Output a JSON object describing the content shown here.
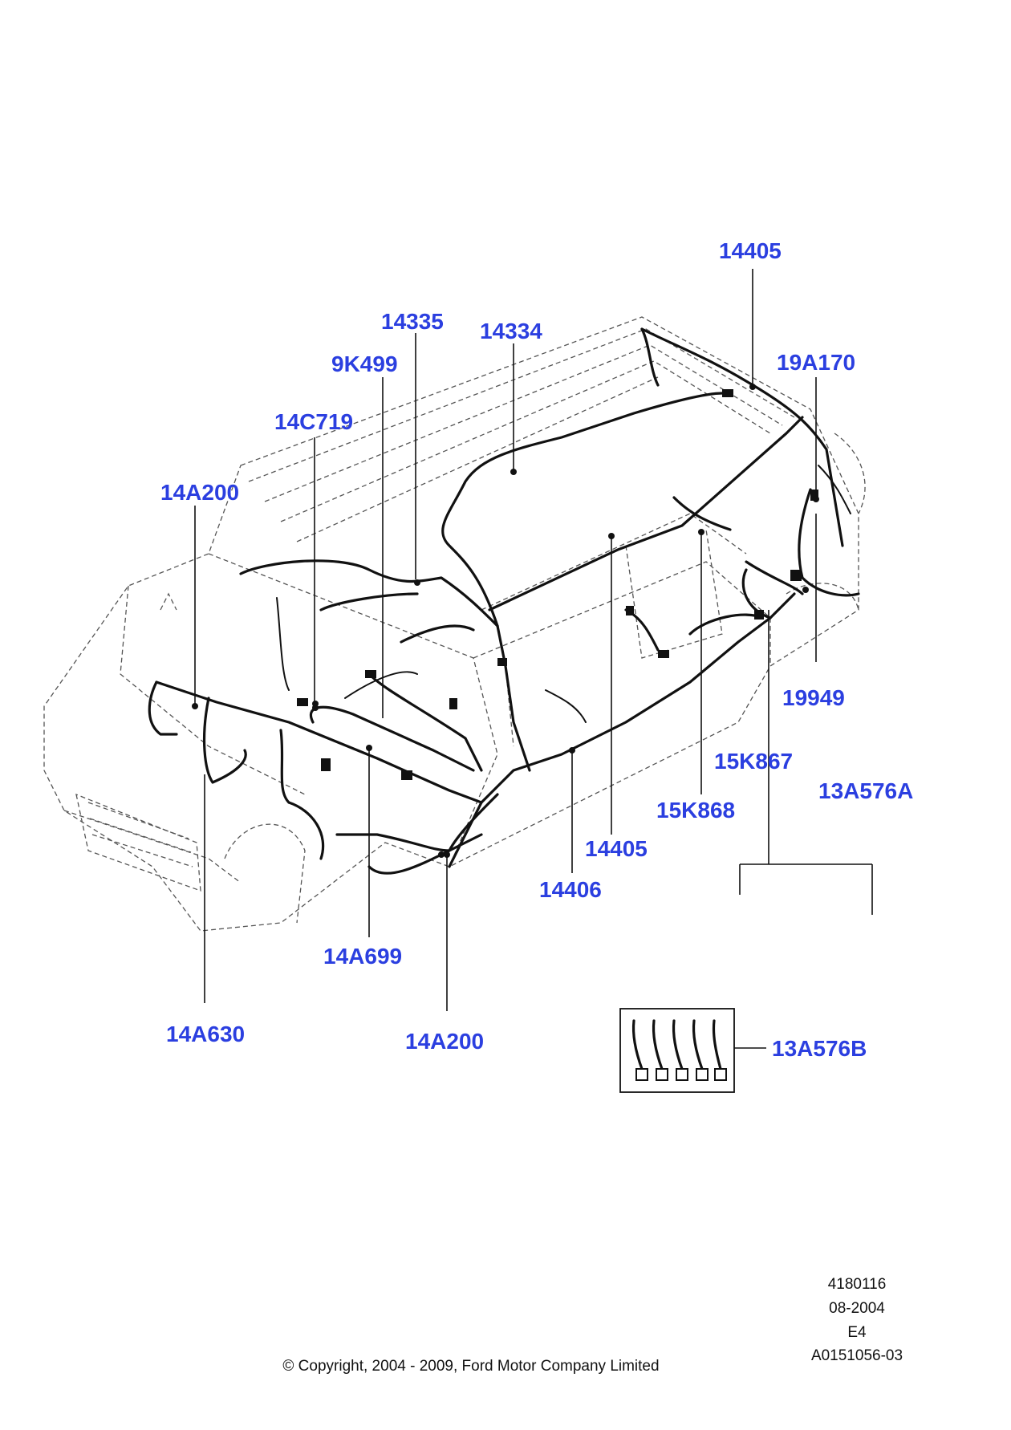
{
  "callouts": {
    "c14405_top": "14405",
    "c14335": "14335",
    "c14334": "14334",
    "c9K499": "9K499",
    "c19A170": "19A170",
    "c14C719": "14C719",
    "c14A200_left": "14A200",
    "c19949": "19949",
    "c15K867": "15K867",
    "c13A576A": "13A576A",
    "c15K868": "15K868",
    "c14405_mid": "14405",
    "c14406": "14406",
    "c14A699": "14A699",
    "c14A630": "14A630",
    "c14A200_bottom": "14A200",
    "c13A576B": "13A576B"
  },
  "footer": {
    "doc_number": "4180116",
    "date": "08-2004",
    "edition": "E4",
    "reference": "A0151056-03",
    "copyright": "© Copyright, 2004 - 2009, Ford Motor Company Limited"
  },
  "colors": {
    "callout_text": "#2b3fe0",
    "linework": "#111111"
  }
}
